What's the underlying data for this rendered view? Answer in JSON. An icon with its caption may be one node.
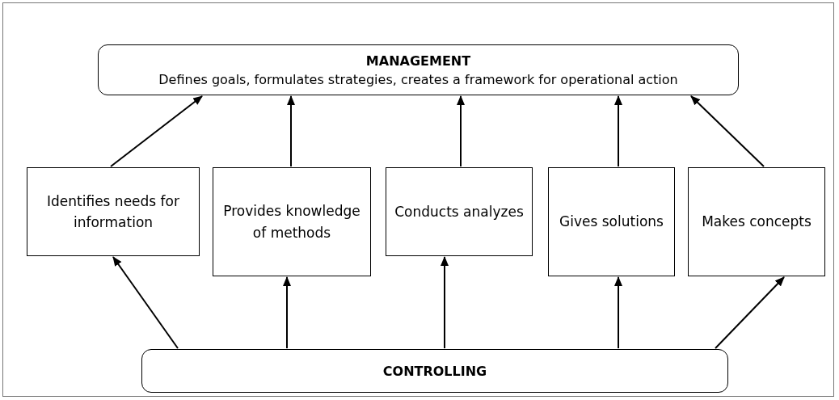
{
  "diagram": {
    "nodes": [
      {
        "text": [
          "MANAGEMENT",
          "Defines goals, formulates strategies, creates a framework for operational action"
        ]
      },
      {
        "text": [
          "Identifies needs for information"
        ]
      },
      {
        "text": [
          "Provides knowledge of methods"
        ]
      },
      {
        "text": [
          "Conducts analyzes"
        ]
      },
      {
        "text": [
          "Gives solutions"
        ]
      },
      {
        "text": [
          "Makes concepts"
        ]
      },
      {
        "text": [
          "CONTROLLING"
        ]
      }
    ],
    "edges": [
      {
        "from": 1,
        "to": 0,
        "arrow": "to"
      },
      {
        "from": 2,
        "to": 0,
        "arrow": "to"
      },
      {
        "from": 3,
        "to": 0,
        "arrow": "to"
      },
      {
        "from": 4,
        "to": 0,
        "arrow": "to"
      },
      {
        "from": 5,
        "to": 0,
        "arrow": "to"
      },
      {
        "from": 6,
        "to": 1,
        "arrow": "to"
      },
      {
        "from": 6,
        "to": 2,
        "arrow": "to"
      },
      {
        "from": 6,
        "to": 3,
        "arrow": "to"
      },
      {
        "from": 6,
        "to": 4,
        "arrow": "to"
      },
      {
        "from": 6,
        "to": 5,
        "arrow": "to"
      }
    ]
  }
}
